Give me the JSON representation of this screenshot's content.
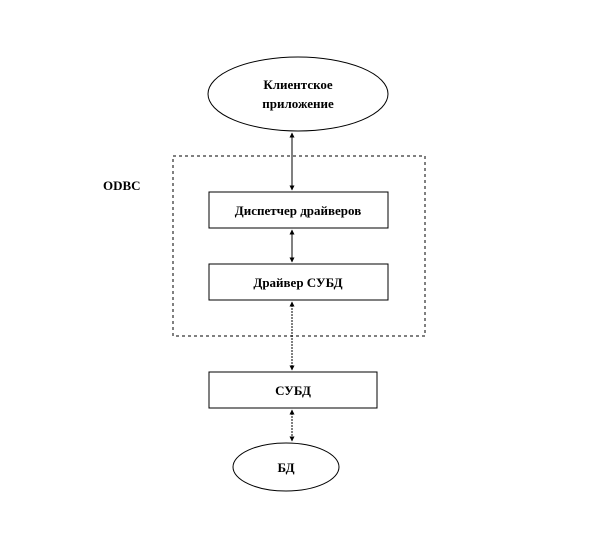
{
  "diagram": {
    "group": {
      "label": "ODBC"
    },
    "nodes": {
      "client_app": {
        "lines": [
          "Клиентское",
          "приложение"
        ]
      },
      "driver_manager": {
        "label": "Диспетчер драйверов"
      },
      "dbms_driver": {
        "label": "Драйвер СУБД"
      },
      "dbms": {
        "label": "СУБД"
      },
      "db": {
        "label": "БД"
      }
    }
  }
}
